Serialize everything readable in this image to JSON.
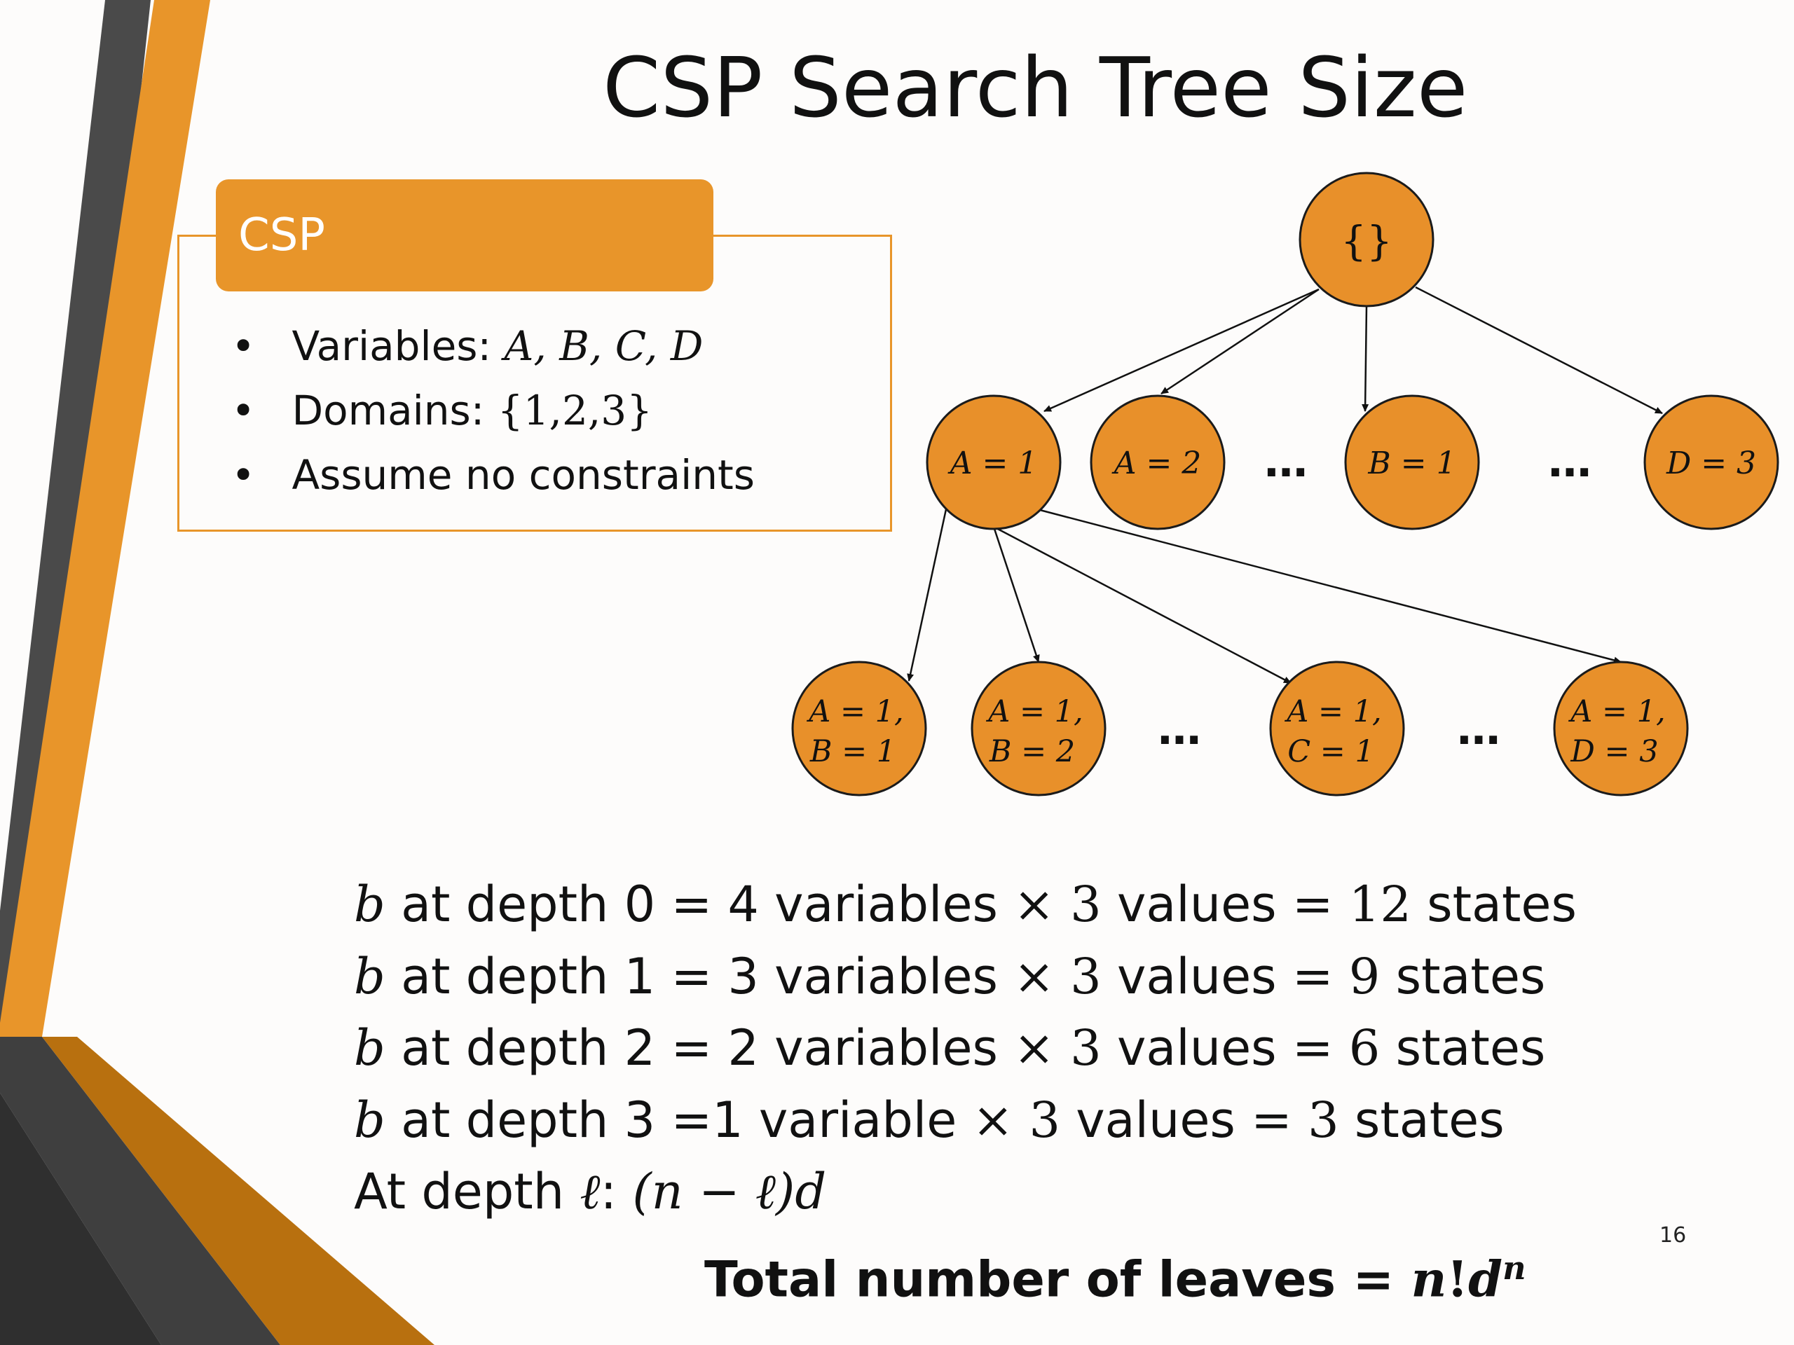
{
  "slide": {
    "title": "CSP Search Tree Size",
    "page_number": "16",
    "colors": {
      "accent": "#e8952a",
      "dark": "#4a4a4a",
      "bronze": "#b8700f"
    }
  },
  "csp_box": {
    "header": "CSP",
    "bullets": [
      {
        "label": "Variables: ",
        "math": "A, B, C, D"
      },
      {
        "label": "Domains: ",
        "math": "{1,2,3}"
      },
      {
        "label": "Assume no constraints",
        "math": ""
      }
    ]
  },
  "tree": {
    "root": "{}",
    "level1": [
      "A = 1",
      "A = 2",
      "B = 1",
      "D = 3"
    ],
    "level2": [
      [
        "A = 1,",
        "B = 1"
      ],
      [
        "A = 1,",
        "B = 2"
      ],
      [
        "A = 1,",
        "C = 1"
      ],
      [
        "A = 1,",
        "D = 3"
      ]
    ],
    "ellipsis": "…"
  },
  "equations": [
    {
      "b": "b",
      "depth_text": " at depth 0 = 4 variables ",
      "times": "× ",
      "three": "3",
      "values": " values ",
      "eq": "= ",
      "result": "12",
      "states": " states"
    },
    {
      "b": "b",
      "depth_text": " at depth 1 = 3 variables ",
      "times": "× ",
      "three": "3",
      "values": " values ",
      "eq": "= ",
      "result": "9",
      "states": " states"
    },
    {
      "b": "b",
      "depth_text": " at depth 2 = 2 variables ",
      "times": "× ",
      "three": "3",
      "values": " values ",
      "eq": "= ",
      "result": "6",
      "states": " states"
    },
    {
      "b": "b",
      "depth_text": " at depth 3 =1 variable ",
      "times": "× ",
      "three": "3",
      "values": " values ",
      "eq": "= ",
      "result": "3",
      "states": " states"
    }
  ],
  "general": {
    "prefix": "At depth ",
    "ell": "ℓ",
    "colon": ": ",
    "formula": "(n − ℓ)d"
  },
  "total": {
    "label": "Total number of leaves = ",
    "n": "n",
    "bang": "!",
    "d": "d",
    "exp": "n"
  }
}
